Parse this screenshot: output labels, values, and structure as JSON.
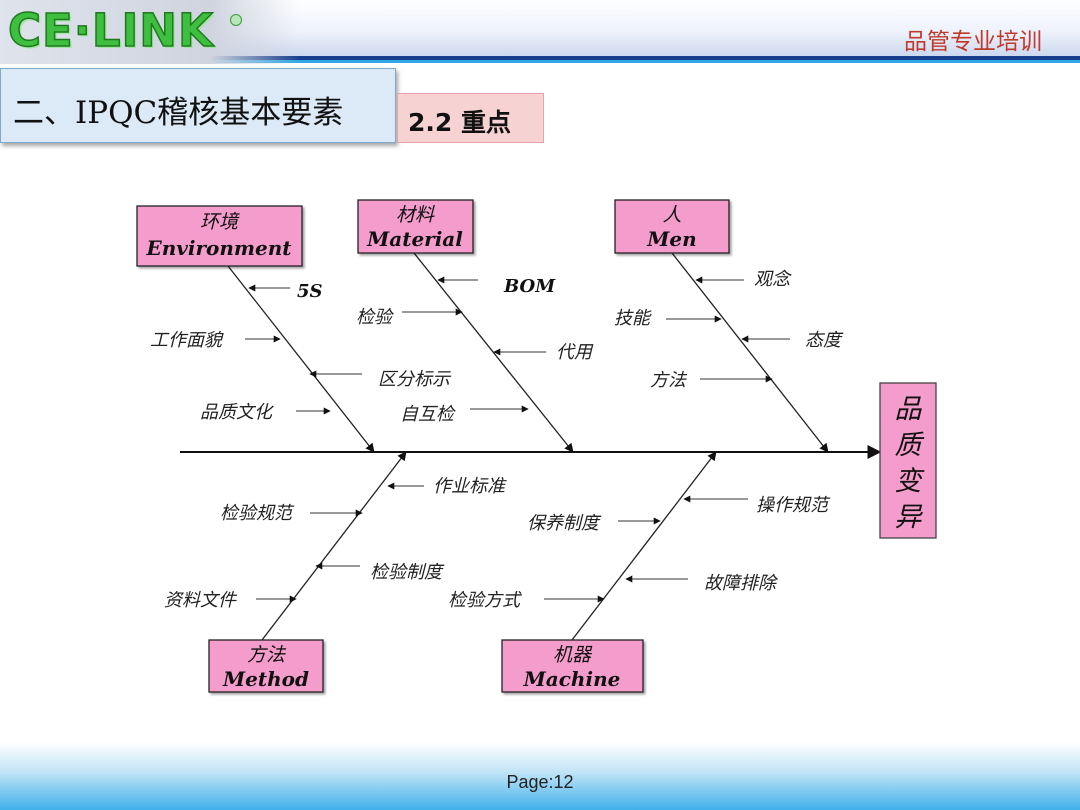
{
  "header": {
    "logo_text": "CE·LINK",
    "course_title": "品管专业培训"
  },
  "section": {
    "title": "二、IPQC稽核基本要素",
    "subtitle": "2.2 重点"
  },
  "diagram": {
    "effect": [
      "品",
      "质",
      "变",
      "异"
    ],
    "categories": {
      "environment": {
        "cn": "环境",
        "en": "Environment"
      },
      "material": {
        "cn": "材料",
        "en": "Material"
      },
      "men": {
        "cn": "人",
        "en": "Men"
      },
      "method": {
        "cn": "方法",
        "en": "Method"
      },
      "machine": {
        "cn": "机器",
        "en": "Machine"
      }
    },
    "causes": {
      "env_5s": "5S",
      "env_workplace": "工作面貌",
      "env_marking": "区分标示",
      "env_quality_culture": "品质文化",
      "mat_bom": "BOM",
      "mat_inspection": "检验",
      "mat_substitute": "代用",
      "mat_self_check": "自互检",
      "men_concept": "观念",
      "men_skill": "技能",
      "men_attitude": "态度",
      "men_method": "方法",
      "meth_work_std": "作业标准",
      "meth_insp_spec": "检验规范",
      "meth_insp_system": "检验制度",
      "meth_documents": "资料文件",
      "mach_op_spec": "操作规范",
      "mach_maintenance": "保养制度",
      "mach_fault": "故障排除",
      "mach_insp_mode": "检验方式"
    }
  },
  "footer": {
    "page": "Page:12"
  }
}
